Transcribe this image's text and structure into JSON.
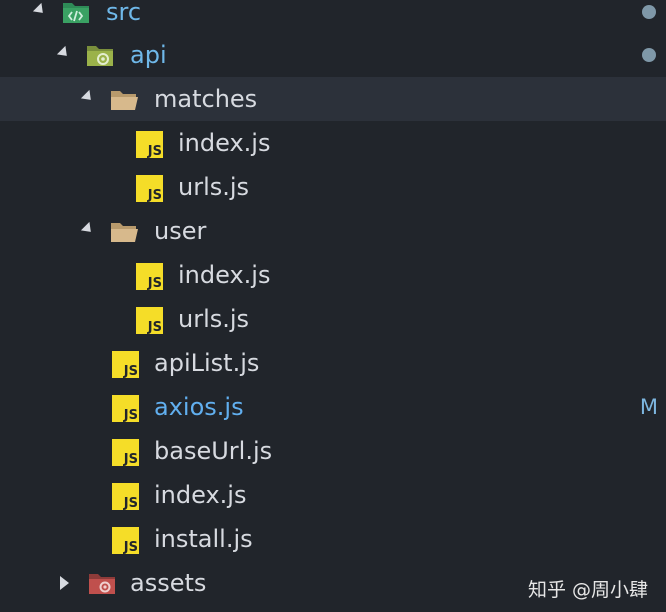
{
  "explorer": {
    "items": [
      {
        "label": "src",
        "type": "folder-src",
        "expanded": true,
        "status_dot": true
      },
      {
        "label": "api",
        "type": "folder-api",
        "expanded": true,
        "status_dot": true
      },
      {
        "label": "matches",
        "type": "folder",
        "expanded": true,
        "selected": true
      },
      {
        "label": "index.js",
        "type": "js"
      },
      {
        "label": "urls.js",
        "type": "js"
      },
      {
        "label": "user",
        "type": "folder",
        "expanded": true
      },
      {
        "label": "index.js",
        "type": "js"
      },
      {
        "label": "urls.js",
        "type": "js"
      },
      {
        "label": "apiList.js",
        "type": "js"
      },
      {
        "label": "axios.js",
        "type": "js",
        "git_status": "M"
      },
      {
        "label": "baseUrl.js",
        "type": "js"
      },
      {
        "label": "index.js",
        "type": "js"
      },
      {
        "label": "install.js",
        "type": "js"
      },
      {
        "label": "assets",
        "type": "folder-assets",
        "expanded": false
      }
    ]
  },
  "js_badge": "JS",
  "watermark": "知乎 @周小肆",
  "colors": {
    "background": "#21252b",
    "selected_row": "#2c313a",
    "text": "#d7dae0",
    "modified_text": "#61afef",
    "js_icon": "#f5dd28",
    "folder_icon": "#d7b98c",
    "src_icon": "#3aa163",
    "assets_icon": "#c0504d"
  }
}
